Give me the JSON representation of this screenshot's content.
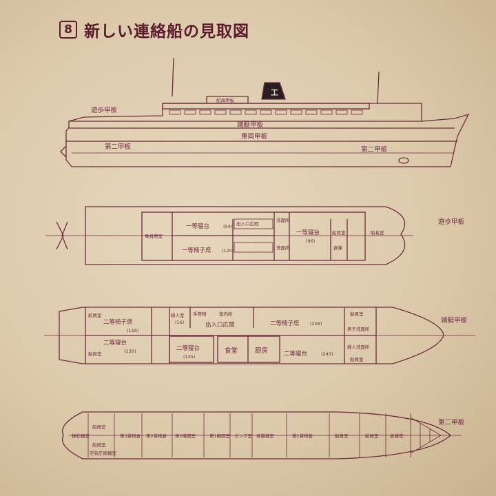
{
  "title": {
    "number": "8",
    "text": "新しい連絡船の見取図"
  },
  "side_view": {
    "labels": {
      "promenade": "遊歩甲板",
      "navigation": "航海甲板",
      "boat": "端艇甲板",
      "car": "車両甲板",
      "second_left": "第二甲板",
      "second_right": "第二甲板"
    }
  },
  "promenade_deck": {
    "deck_label": "遊歩甲板",
    "rooms": {
      "first_seat": "一等寝台",
      "first_seat_cap": "(94)",
      "first_chair": "一等椅子席",
      "first_chair_cap": "(120)",
      "entrance": "出入口広間",
      "crew": "乗員居室",
      "first_berth": "一等寝台",
      "first_berth_cap": "(96)",
      "toilet_left": "洗面所",
      "toilet_right": "洗面所",
      "officer": "船員室",
      "bridge": "船長室",
      "store": "倉庫"
    }
  },
  "boat_deck": {
    "deck_label": "端艇甲板",
    "rooms": {
      "second_chair_a": "二等椅子席",
      "second_chair_a_cap": "(118)",
      "second_seat_b": "二等寝台",
      "second_seat_b_cap": "(130)",
      "women_room": "婦人室",
      "women_cap": "(16)",
      "baggage": "手荷物",
      "info": "案内所",
      "entrance": "出入口広間",
      "second_seat_c": "二等寝台",
      "second_seat_c_cap": "(135)",
      "dining": "食堂",
      "kitchen": "厨房",
      "second_chair_d": "二等椅子席",
      "second_chair_d_cap": "(206)",
      "second_seat_e": "二等寝台",
      "second_seat_e_cap": "(243)",
      "crew_top": "船員室",
      "crew_bottom": "船員室",
      "men_wash": "男子洗面所",
      "women_wash": "婦人洗面所",
      "stern_a": "船員室",
      "stern_b": "船員室"
    }
  },
  "second_deck": {
    "deck_label": "第二甲板",
    "rooms": {
      "steering": "操舵機室",
      "crew_a": "船員室",
      "crew_b": "船員室",
      "air": "空気圧縮機室",
      "hold3": "第3貨物倉",
      "hold2b": "第2貨物倉",
      "hold2": "第2機関室",
      "hold1": "第1機関室",
      "pump": "ポンプ室",
      "power": "発電機室",
      "hold1b": "第1貨物倉",
      "crew_c": "船員室",
      "crew_d": "船員室",
      "bow": "倉庫室"
    }
  }
}
